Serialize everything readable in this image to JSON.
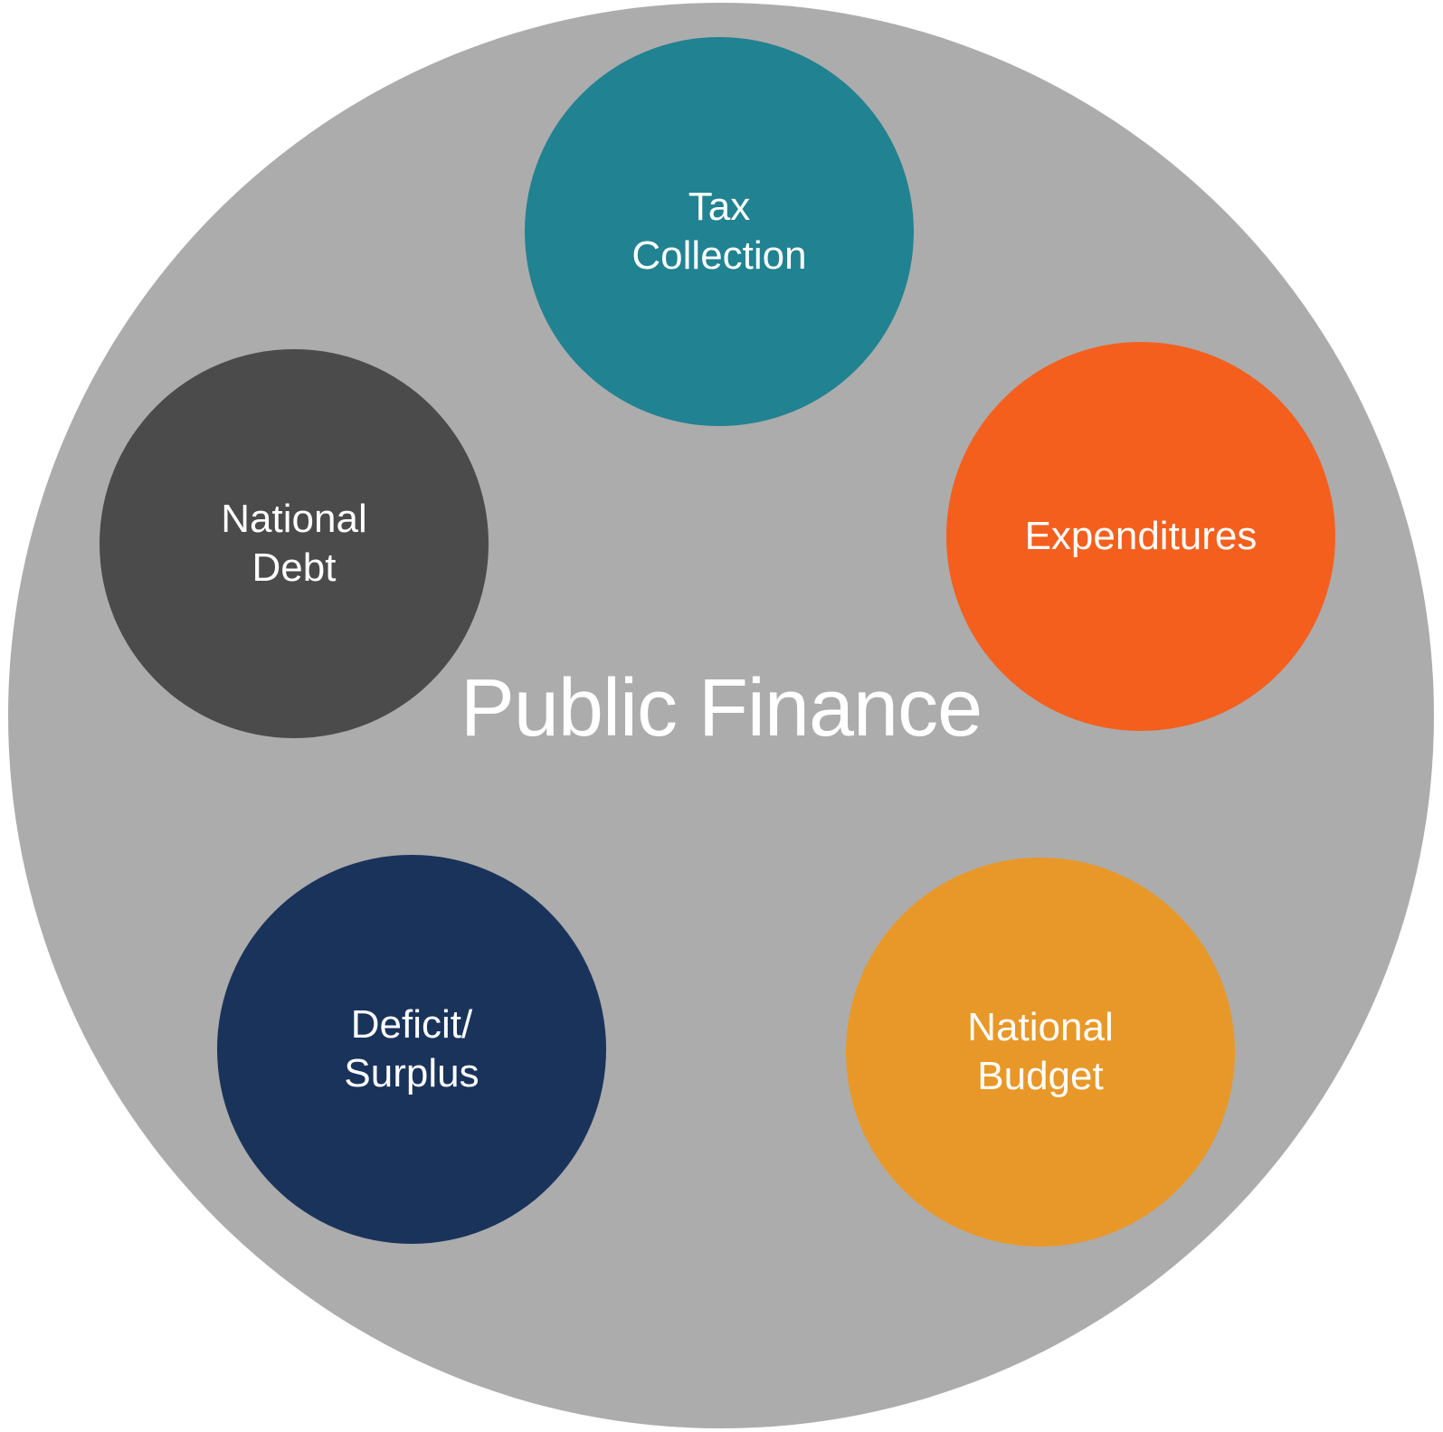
{
  "diagram": {
    "title": "Public Finance",
    "colors": {
      "page_background": "#ffffff",
      "outer_circle": "#acacac",
      "label_text": "#ffffff"
    },
    "nodes": [
      {
        "id": "tax-collection",
        "lines": [
          "Tax",
          "Collection"
        ],
        "color": "#218291"
      },
      {
        "id": "expenditures",
        "lines": [
          "Expenditures",
          ""
        ],
        "color": "#f45f1e"
      },
      {
        "id": "national-budget",
        "lines": [
          "National",
          "Budget"
        ],
        "color": "#e89828"
      },
      {
        "id": "deficit-surplus",
        "lines": [
          "Deficit/",
          "Surplus"
        ],
        "color": "#1a335b"
      },
      {
        "id": "national-debt",
        "lines": [
          "National",
          "Debt"
        ],
        "color": "#4b4b4b"
      }
    ]
  }
}
